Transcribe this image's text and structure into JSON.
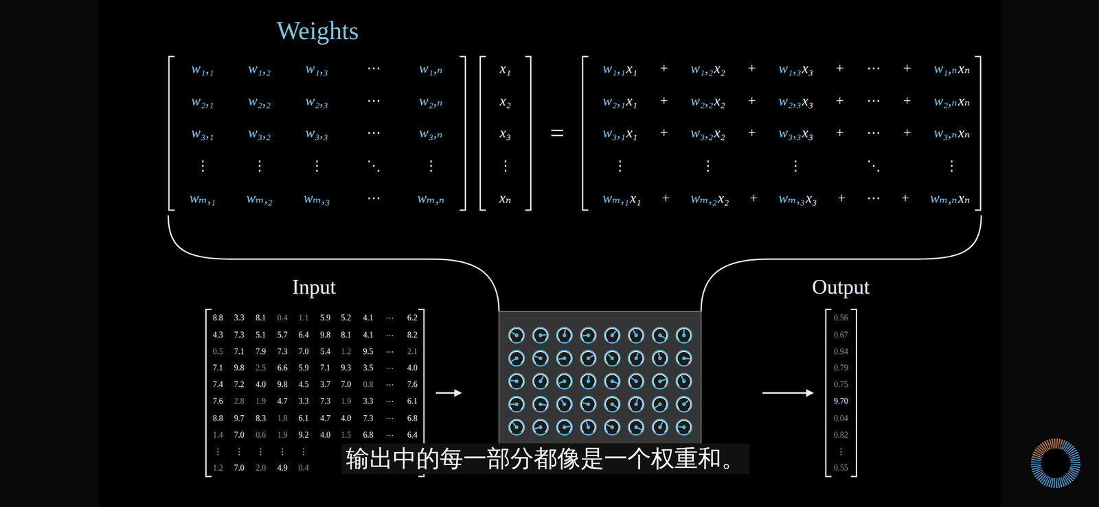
{
  "diagram": {
    "caption": "输出中的每一部分都像是一个权重和。",
    "nodes": [
      {
        "text": [
          "Weights",
          "w₁,₁",
          "w₁,₂",
          "w₁,₃",
          "⋯",
          "w₁,ₙ",
          "w₂,₁",
          "w₂,₂",
          "w₂,₃",
          "⋯",
          "w₂,ₙ",
          "w₃,₁",
          "w₃,₂",
          "w₃,₃",
          "⋯",
          "w₃,ₙ",
          "⋮",
          "⋮",
          "⋮",
          "⋱",
          "⋮",
          "wₘ,₁",
          "wₘ,₂",
          "wₘ,₃",
          "⋯",
          "wₘ,ₙ"
        ]
      },
      {
        "text": [
          "x₁",
          "x₂",
          "x₃",
          "⋮",
          "xₙ"
        ]
      },
      {
        "text": [
          "w₁,₁",
          "x₁",
          "+",
          "w₁,₂",
          "x₂",
          "+",
          "w₁,₃",
          "x₃",
          "+",
          "⋯",
          "+",
          "w₁,ₙ",
          "xₙ",
          "w₂,₁",
          "x₁",
          "+",
          "w₂,₂",
          "x₂",
          "+",
          "w₂,₃",
          "x₃",
          "+",
          "⋯",
          "+",
          "w₂,ₙ",
          "xₙ",
          "w₃,₁",
          "x₁",
          "+",
          "w₃,₂",
          "x₂",
          "+",
          "w₃,₃",
          "x₃",
          "+",
          "⋯",
          "+",
          "w₃,ₙ",
          "xₙ",
          "⋮",
          "⋮",
          "⋮",
          "⋱",
          "⋮",
          "wₘ,₁",
          "x₁",
          "+",
          "wₘ,₂",
          "x₂",
          "+",
          "wₘ,₃",
          "x₃",
          "+",
          "⋯",
          "+",
          "wₘ,ₙ",
          "xₙ"
        ]
      },
      {
        "text": [
          "Input",
          "8.8",
          "3.3",
          "8.1",
          "0.4",
          "1.1",
          "5.9",
          "5.2",
          "4.1",
          "⋯",
          "6.2",
          "4.3",
          "7.3",
          "5.1",
          "5.7",
          "6.4",
          "9.8",
          "8.1",
          "4.1",
          "⋯",
          "8.2",
          "0.5",
          "7.1",
          "7.9",
          "7.3",
          "7.0",
          "5.4",
          "1.2",
          "9.5",
          "⋯",
          "2.1",
          "7.1",
          "9.8",
          "2.5",
          "6.6",
          "5.9",
          "7.1",
          "9.3",
          "3.5",
          "⋯",
          "4.0",
          "7.4",
          "7.2",
          "4.0",
          "9.8",
          "4.5",
          "3.7",
          "7.0",
          "0.8",
          "⋯",
          "7.6",
          "7.6",
          "2.8",
          "1.9",
          "4.7",
          "3.3",
          "7.3",
          "1.9",
          "3.3",
          "⋯",
          "6.1",
          "8.8",
          "9.7",
          "8.3",
          "1.8",
          "6.1",
          "4.7",
          "4.0",
          "7.3",
          "⋯",
          "6.8",
          "1.4",
          "7.0",
          "0.6",
          "1.9",
          "9.2",
          "4.0",
          "1.5",
          "6.8",
          "⋯",
          "6.4",
          "⋮",
          "⋮",
          "⋮",
          "⋮",
          "⋮",
          "1.2",
          "7.0",
          "2.0",
          "4.9",
          "0.4"
        ]
      },
      {
        "text": [
          "Output",
          "0.56",
          "0.67",
          "0.94",
          "0.79",
          "0.75",
          "9.70",
          "0.04",
          "0.82",
          "⋮",
          "0.55"
        ]
      }
    ],
    "labels": [
      "="
    ]
  }
}
